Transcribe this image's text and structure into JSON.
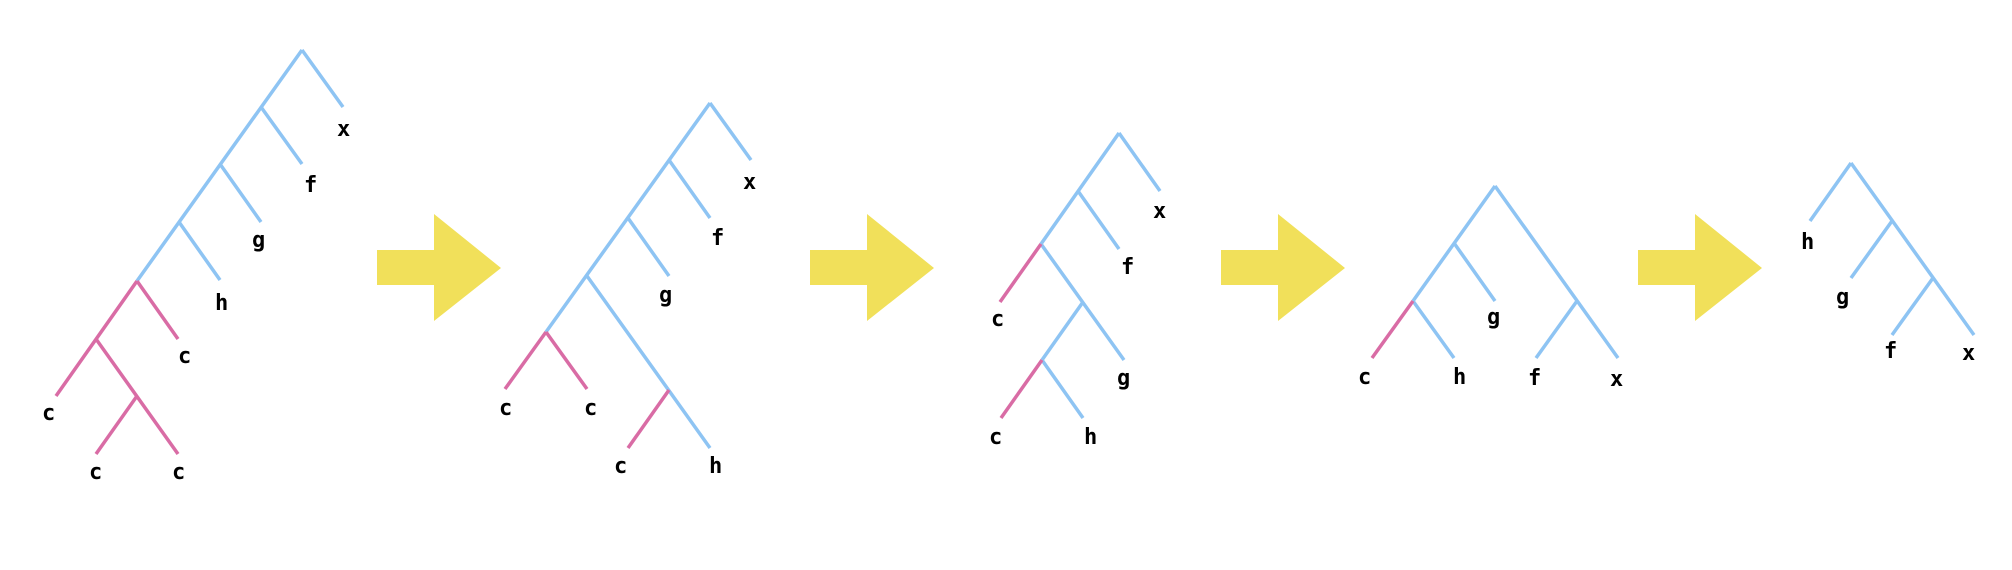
{
  "colors": {
    "tree_branch": "#8ec4f3",
    "highlight_branch": "#d96ca5",
    "arrow": "#f1e05a",
    "text": "#000000"
  },
  "tree1": {
    "leaves": [
      "x",
      "f",
      "g",
      "h",
      "c",
      "c",
      "c",
      "c"
    ]
  },
  "tree2": {
    "leaves": [
      "x",
      "f",
      "g",
      "c",
      "c",
      "c",
      "h"
    ]
  },
  "tree3": {
    "leaves": [
      "x",
      "f",
      "c",
      "g",
      "c",
      "h"
    ]
  },
  "tree4": {
    "leaves": [
      "g",
      "c",
      "h",
      "f",
      "x"
    ]
  },
  "tree5": {
    "leaves": [
      "h",
      "g",
      "f",
      "x"
    ]
  },
  "arrows": [
    {
      "icon": "right-arrow-icon"
    },
    {
      "icon": "right-arrow-icon"
    },
    {
      "icon": "right-arrow-icon"
    },
    {
      "icon": "right-arrow-icon"
    }
  ]
}
